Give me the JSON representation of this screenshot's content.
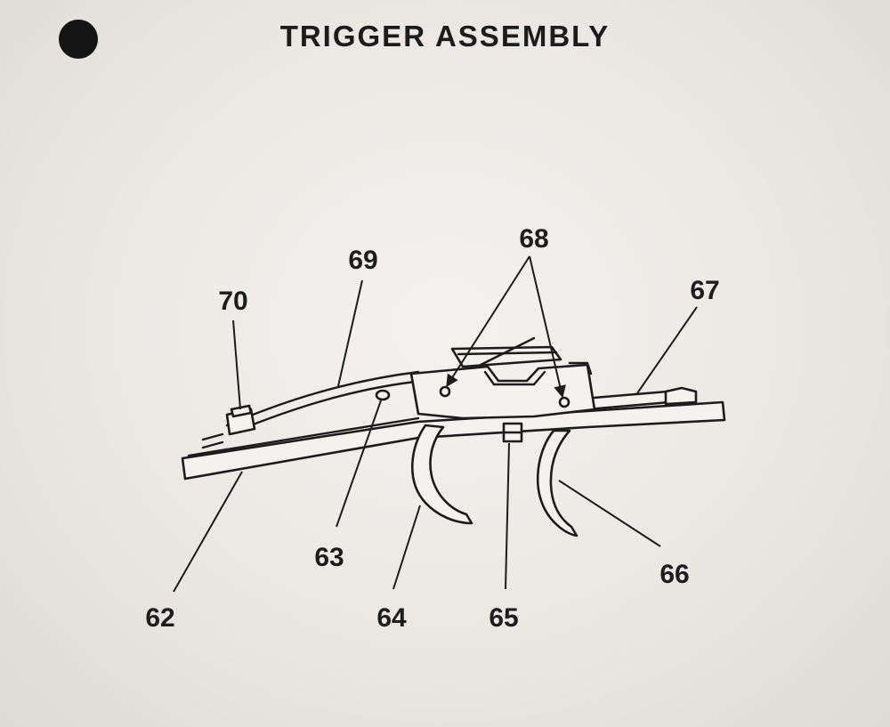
{
  "title": "TRIGGER ASSEMBLY",
  "callouts": {
    "p62": "62",
    "p63": "63",
    "p64": "64",
    "p65": "65",
    "p66": "66",
    "p67": "67",
    "p68": "68",
    "p69": "69",
    "p70": "70"
  },
  "colors": {
    "ink": "#1c1c1c",
    "paper": "#f4f2ef"
  }
}
